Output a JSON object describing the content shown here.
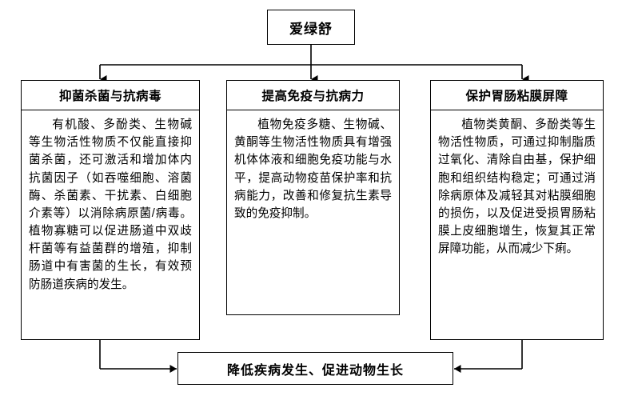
{
  "diagram": {
    "type": "flowchart",
    "root": {
      "title": "爱绿舒"
    },
    "branches": [
      {
        "header": "抑菌杀菌与抗病毒",
        "body": "有机酸、多酚类、生物碱等生物活性物质不仅能直接抑菌杀菌，还可激活和增加体内抗菌因子（如吞噬细胞、溶菌酶、杀菌素、干扰素、白细胞介素等）以消除病原菌/病毒。植物寡糖可以促进肠道中双歧杆菌等有益菌群的增殖，抑制肠道中有害菌的生长，有效预防肠道疾病的发生。"
      },
      {
        "header": "提高免疫与抗病力",
        "body": "植物免疫多糖、生物碱、黄酮等生物活性物质具有增强机体体液和细胞免疫功能与水平，提高动物疫苗保护率和抗病能力，改善和修复抗生素导致的免疫抑制。"
      },
      {
        "header": "保护胃肠粘膜屏障",
        "body": "植物类黄酮、多酚类等生物活性物质，可通过抑制脂质过氧化、清除自由基，保护细胞和组织结构稳定；可通过消除病原体及减轻其对粘膜细胞的损伤，以及促进受损胃肠粘膜上皮细胞增生，恢复其正常屏障功能，从而减少下痢。"
      }
    ],
    "outcome": {
      "title": "降低疾病发生、促进动物生长"
    },
    "colors": {
      "border": "#000000",
      "background": "#ffffff",
      "text": "#000000"
    }
  }
}
